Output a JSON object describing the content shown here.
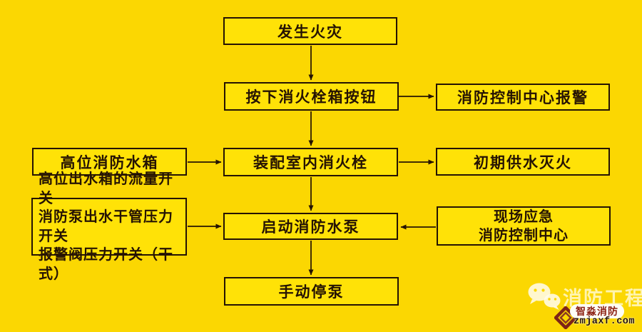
{
  "colors": {
    "background": "#FBD702",
    "node_fill": "#FFE207",
    "line_and_text": "#251303",
    "watermark_text": "#FFFAD5",
    "logo_red": "#7D2417",
    "logo_pill_bg": "#FDFDF6"
  },
  "flowchart": {
    "nodes": {
      "fire_occurs": {
        "label": "发生火灾"
      },
      "press_button": {
        "label": "按下消火栓箱按钮"
      },
      "control_alarm": {
        "label": "消防控制中心报警"
      },
      "high_level_tank": {
        "label": "高位消防水箱"
      },
      "indoor_hydrant": {
        "label": "装配室内消火栓"
      },
      "initial_supply": {
        "label": "初期供水灭火"
      },
      "switch_signals": {
        "lines": [
          "高位出水箱的流量开关",
          "消防泵出水干管压力开关",
          "报警阀压力开关（干式）"
        ]
      },
      "start_fire_pump": {
        "label": "启动消防水泵"
      },
      "onsite_emergency": {
        "lines": [
          "现场应急",
          "消防控制中心"
        ]
      },
      "manual_pump_stop": {
        "label": "手动停泵"
      }
    },
    "edges": [
      {
        "from": "fire_occurs",
        "to": "press_button",
        "direction": "down"
      },
      {
        "from": "press_button",
        "to": "control_alarm",
        "direction": "right"
      },
      {
        "from": "press_button",
        "to": "indoor_hydrant",
        "direction": "down"
      },
      {
        "from": "high_level_tank",
        "to": "indoor_hydrant",
        "direction": "right"
      },
      {
        "from": "indoor_hydrant",
        "to": "initial_supply",
        "direction": "right"
      },
      {
        "from": "indoor_hydrant",
        "to": "start_fire_pump",
        "direction": "down"
      },
      {
        "from": "switch_signals",
        "to": "start_fire_pump",
        "direction": "right"
      },
      {
        "from": "onsite_emergency",
        "to": "start_fire_pump",
        "direction": "left"
      },
      {
        "from": "start_fire_pump",
        "to": "manual_pump_stop",
        "direction": "down"
      }
    ]
  },
  "watermark": {
    "text": "消防工程",
    "wechat_icon": "wechat-icon",
    "brand": "智淼消防",
    "domain": "zmjaxf.com"
  }
}
